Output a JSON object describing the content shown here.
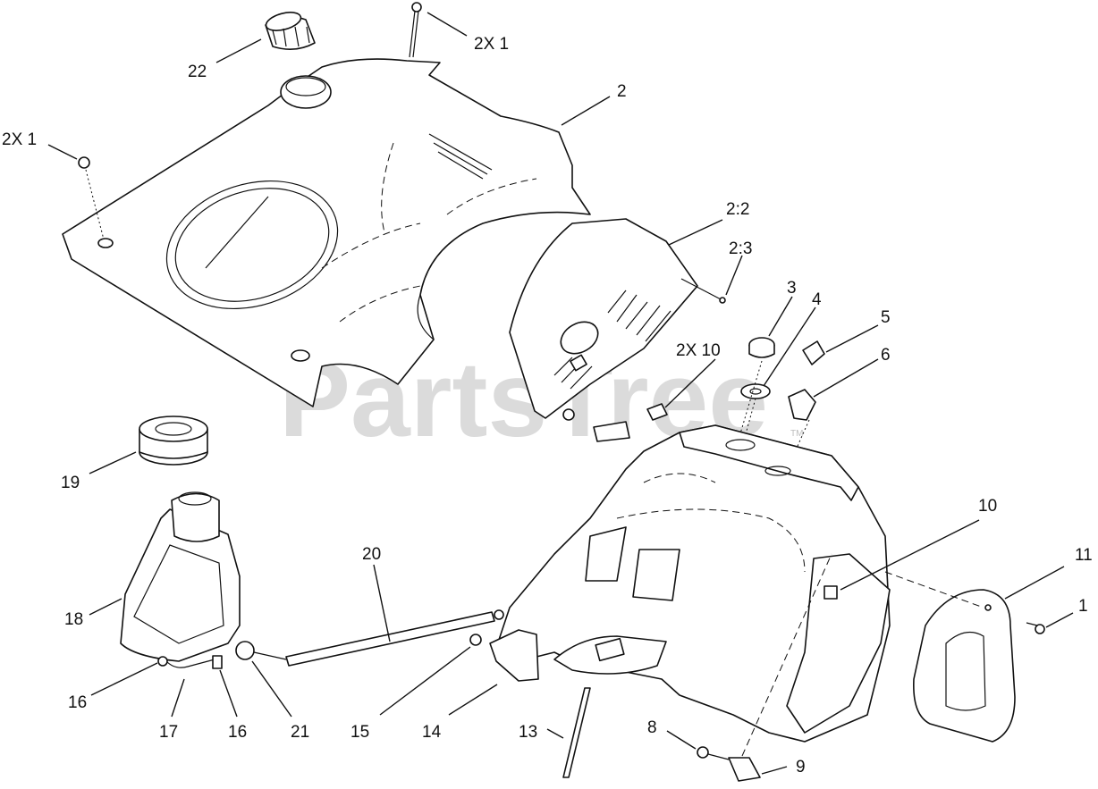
{
  "watermark": {
    "text": "PartsTree",
    "trademark": "TM",
    "color": "#bdbdbd"
  },
  "callouts": {
    "c22": "22",
    "c2x1_top": "2X   1",
    "c2x1_left": "2X 1",
    "c2": "2",
    "c2_2": "2:2",
    "c2_3": "2:3",
    "c3": "3",
    "c4": "4",
    "c5": "5",
    "c6": "6",
    "c2x10": "2X  10",
    "c19": "19",
    "c20": "20",
    "c18": "18",
    "c10": "10",
    "c11": "11",
    "c1": "1",
    "c16a": "16",
    "c17": "17",
    "c16b": "16",
    "c21": "21",
    "c15": "15",
    "c14": "14",
    "c13": "13",
    "c8": "8",
    "c9": "9"
  }
}
